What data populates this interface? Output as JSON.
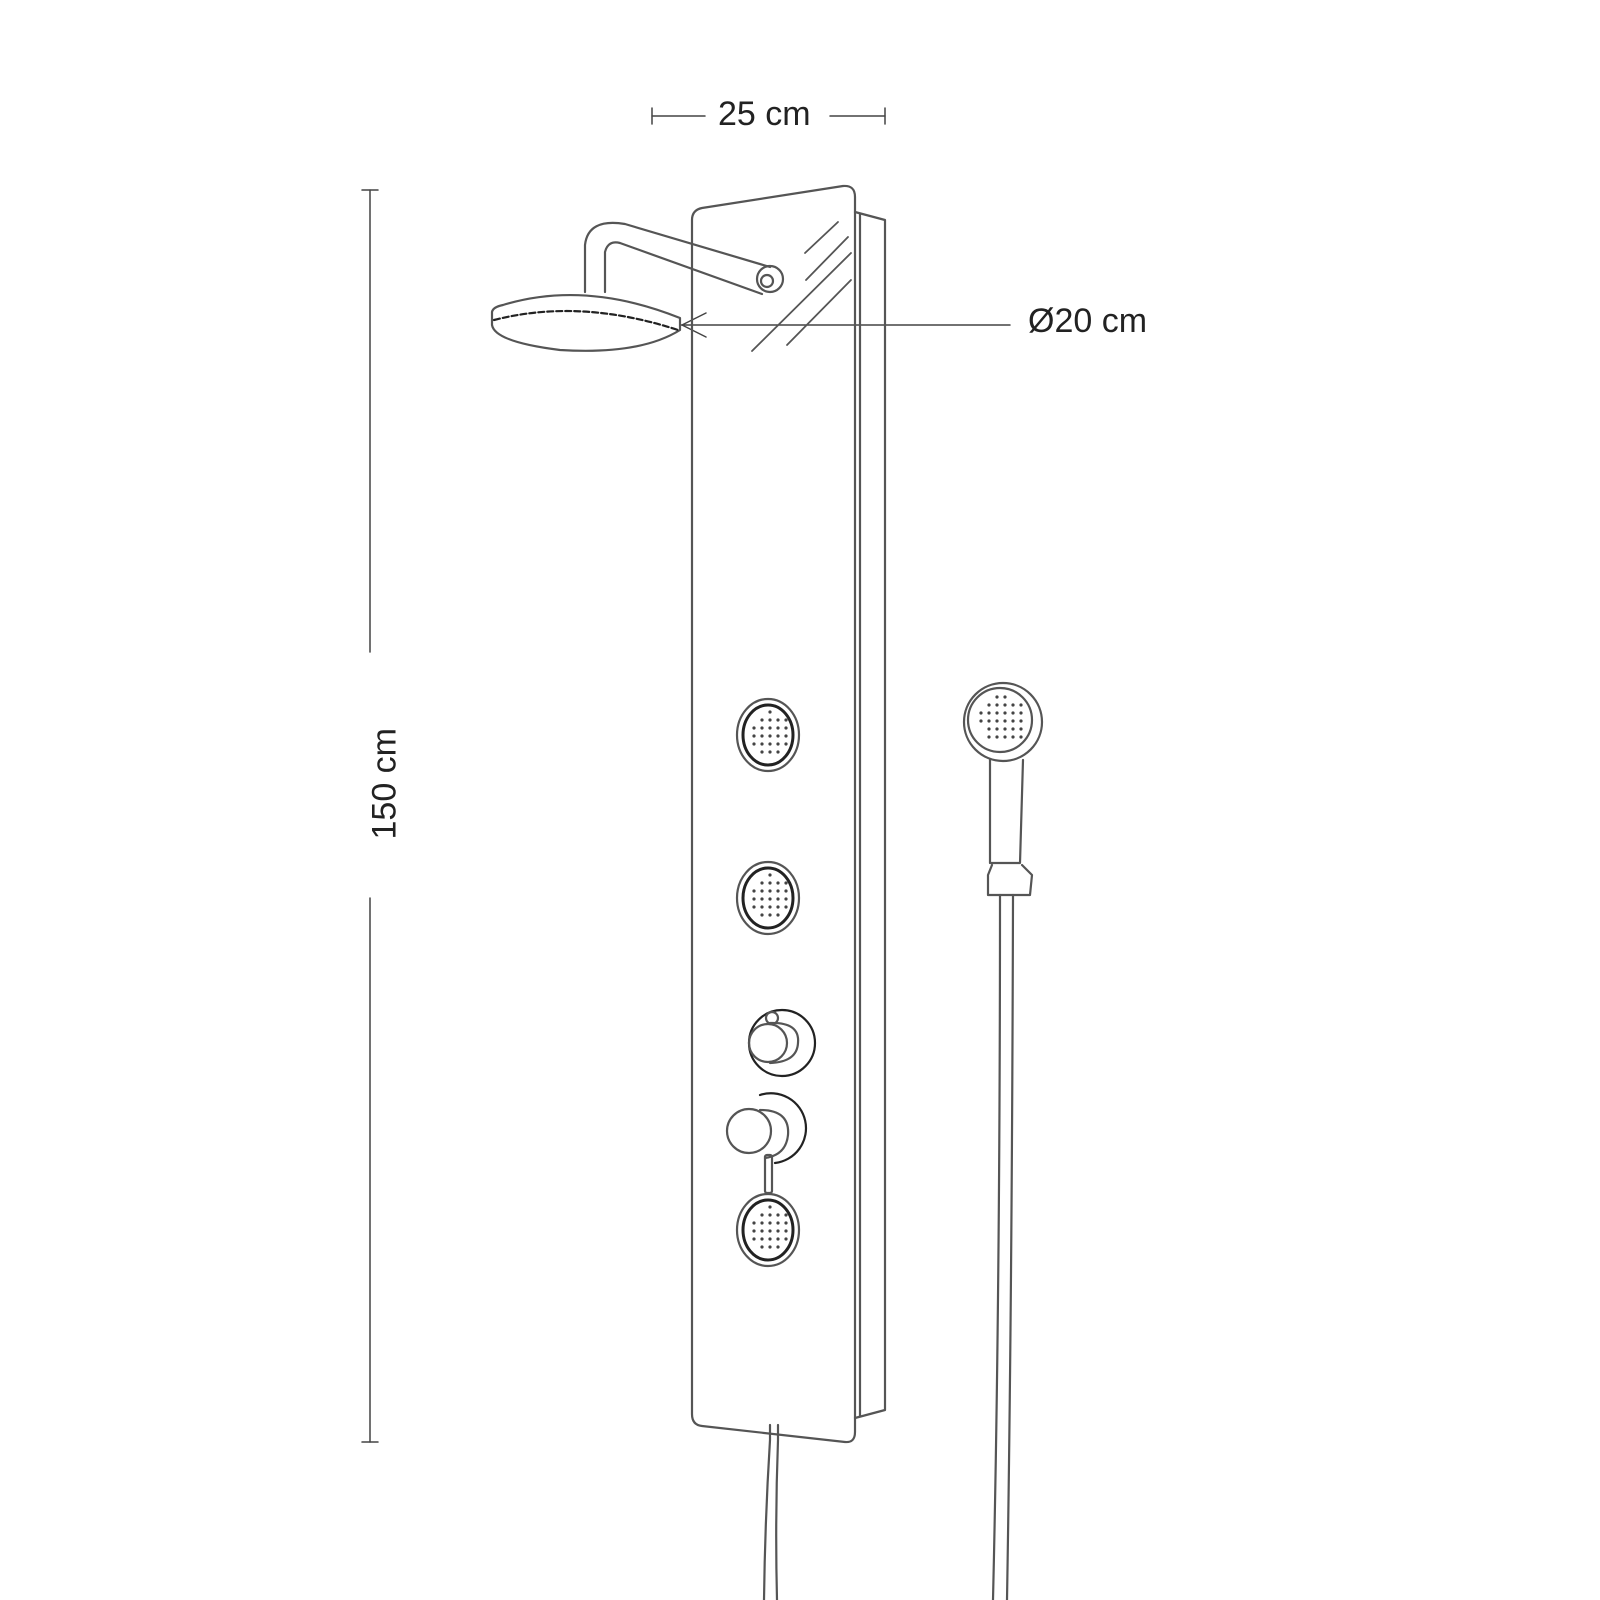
{
  "dimensions": {
    "width": "25 cm",
    "head_diameter": "Ø20 cm",
    "height": "150 cm"
  },
  "colors": {
    "line": "#555555",
    "dim_line": "#444444",
    "background": "#ffffff"
  }
}
